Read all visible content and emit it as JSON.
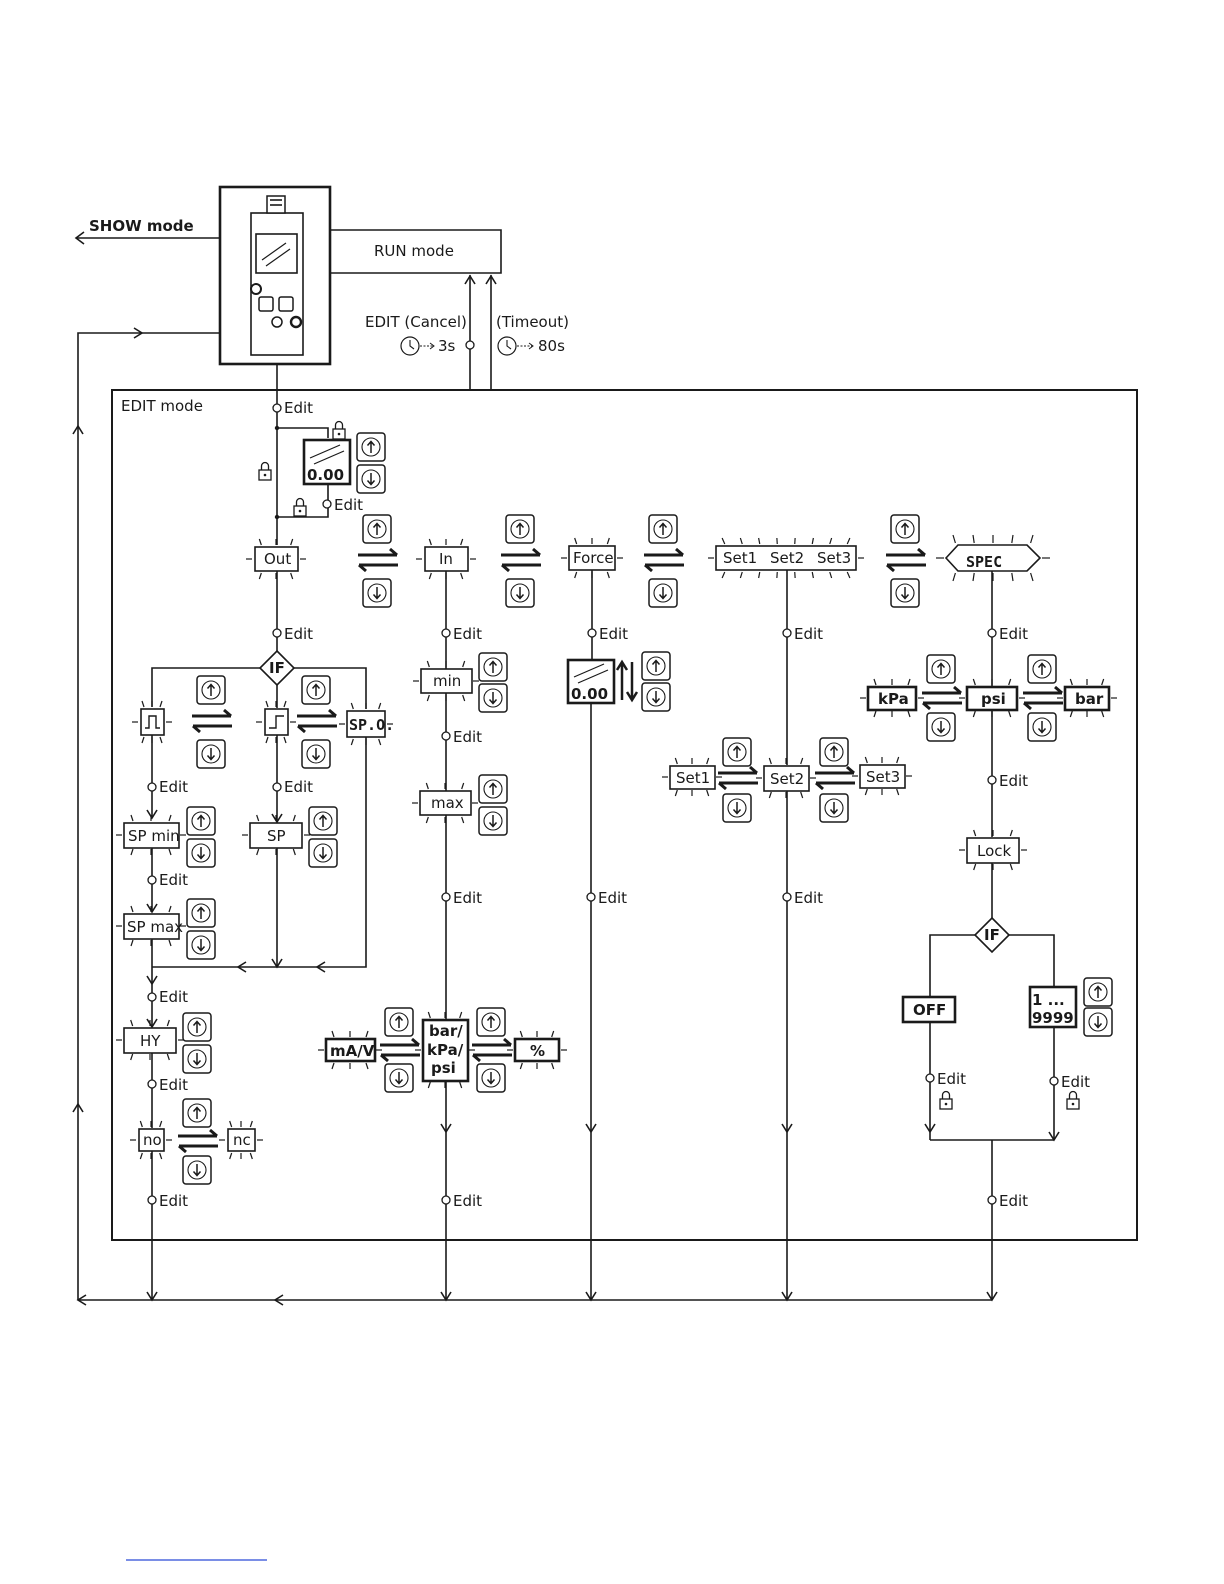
{
  "modes": {
    "show": "SHOW mode",
    "run": "RUN mode",
    "edit_area": "EDIT mode",
    "edit_cancel": "EDIT (Cancel)",
    "cancel_time": "3s",
    "timeout": "(Timeout)",
    "timeout_time": "80s"
  },
  "edit_label": "Edit",
  "display_value": "0.00",
  "top_menu": {
    "out": "Out",
    "in": "In",
    "force": "Force",
    "set1": "Set1",
    "set2": "Set2",
    "set3": "Set3",
    "spec": "SPEC"
  },
  "out_branch": {
    "if": "IF",
    "spo": "SP.O.",
    "sp_min": "SP min",
    "sp_max": "SP max",
    "sp": "SP",
    "hy": "HY",
    "no": "no",
    "nc": "nc"
  },
  "in_branch": {
    "min": "min",
    "max": "max",
    "ma_v": "mA/V",
    "unit_l1": "bar/",
    "unit_l2": "kPa/",
    "unit_l3": "psi",
    "percent": "%"
  },
  "set_branch": {
    "set1": "Set1",
    "set2": "Set2",
    "set3": "Set3"
  },
  "spec_branch": {
    "kpa": "kPa",
    "psi": "psi",
    "bar": "bar",
    "lock": "Lock",
    "if": "IF",
    "off": "OFF",
    "code_l1": "1 ...",
    "code_l2": "9999"
  },
  "colors": {
    "line": "#1a1a1a",
    "background": "#ffffff",
    "footer_rule": "#2b4bd8"
  }
}
